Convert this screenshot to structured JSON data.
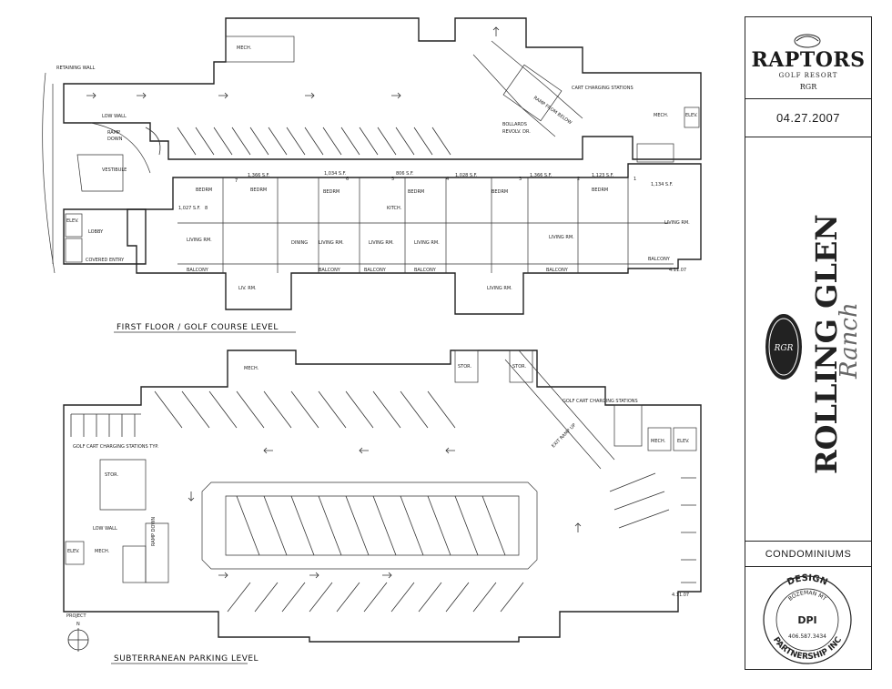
{
  "first_floor": {
    "title": "FIRST FLOOR / GOLF COURSE LEVEL",
    "labels": {
      "mech": "MECH.",
      "retaining_wall": "RETAINING WALL",
      "low_wall": "LOW WALL",
      "ramp": "RAMP",
      "down": "DOWN",
      "vestibule": "VESTIBULE",
      "lobby": "LOBBY",
      "covered_entry": "COVERED ENTRY",
      "elev": "ELEV.",
      "ramp_from_below": "RAMP FROM BELOW",
      "bollards": "BOLLARDS",
      "revolv_dr": "REVOLV. DR.",
      "cart_charging": "CART CHARGING STATIONS",
      "mech2": "MECH.",
      "elev2": "ELEV.",
      "bedrm": "BEDRM",
      "living_rm": "LIVING RM.",
      "kitch": "KITCH.",
      "balcony": "BALCONY",
      "dining": "DINING",
      "liv_rm": "LIV. RM.",
      "date_mark": "4.11.07"
    },
    "unit_areas": [
      "1,027 S.F.",
      "1,366 S.F.",
      "1,034 S.F.",
      "806 S.F.",
      "1,028 S.F.",
      "1,366 S.F.",
      "1,123 S.F.",
      "1,134 S.F."
    ],
    "unit_numbers": [
      "8",
      "7",
      "6",
      "5",
      "4",
      "3",
      "2",
      "1"
    ]
  },
  "subterranean": {
    "title": "SUBTERRANEAN PARKING LEVEL",
    "labels": {
      "mech": "MECH.",
      "stor1": "STOR.",
      "stor2": "STOR.",
      "golf_cart_typ": "GOLF CART CHARGING STATIONS TYP.",
      "golf_cart": "GOLF CART CHARGING STATIONS",
      "stor3": "STOR.",
      "low_wall": "LOW WALL",
      "ramp_down": "RAMP DOWN",
      "exit_ramp_up": "EXIT RAMP UP",
      "mech2": "MECH.",
      "elev": "ELEV.",
      "elev2": "ELEV.",
      "mech3": "MECH.",
      "date_mark": "4.11.07"
    }
  },
  "north_arrow": {
    "project": "PROJECT",
    "n": "N"
  },
  "title_block": {
    "brand": "RAPTORS",
    "brand_sub": "GOLF RESORT",
    "brand_mono": "RGR",
    "date": "04.27.2007",
    "project_name": "ROLLING GLEN",
    "project_script": "Ranch",
    "project_mono": "RGR",
    "sheet": "CONDOMINIUMS",
    "firm_top": "DESIGN",
    "firm_bottom": "PARTNERSHIP INC",
    "firm_mono": "DPI",
    "firm_city": "BOZEMAN MT",
    "firm_phone": "406.587.3434"
  },
  "colors": {
    "ink": "#1a1a1a",
    "paper": "#ffffff"
  }
}
